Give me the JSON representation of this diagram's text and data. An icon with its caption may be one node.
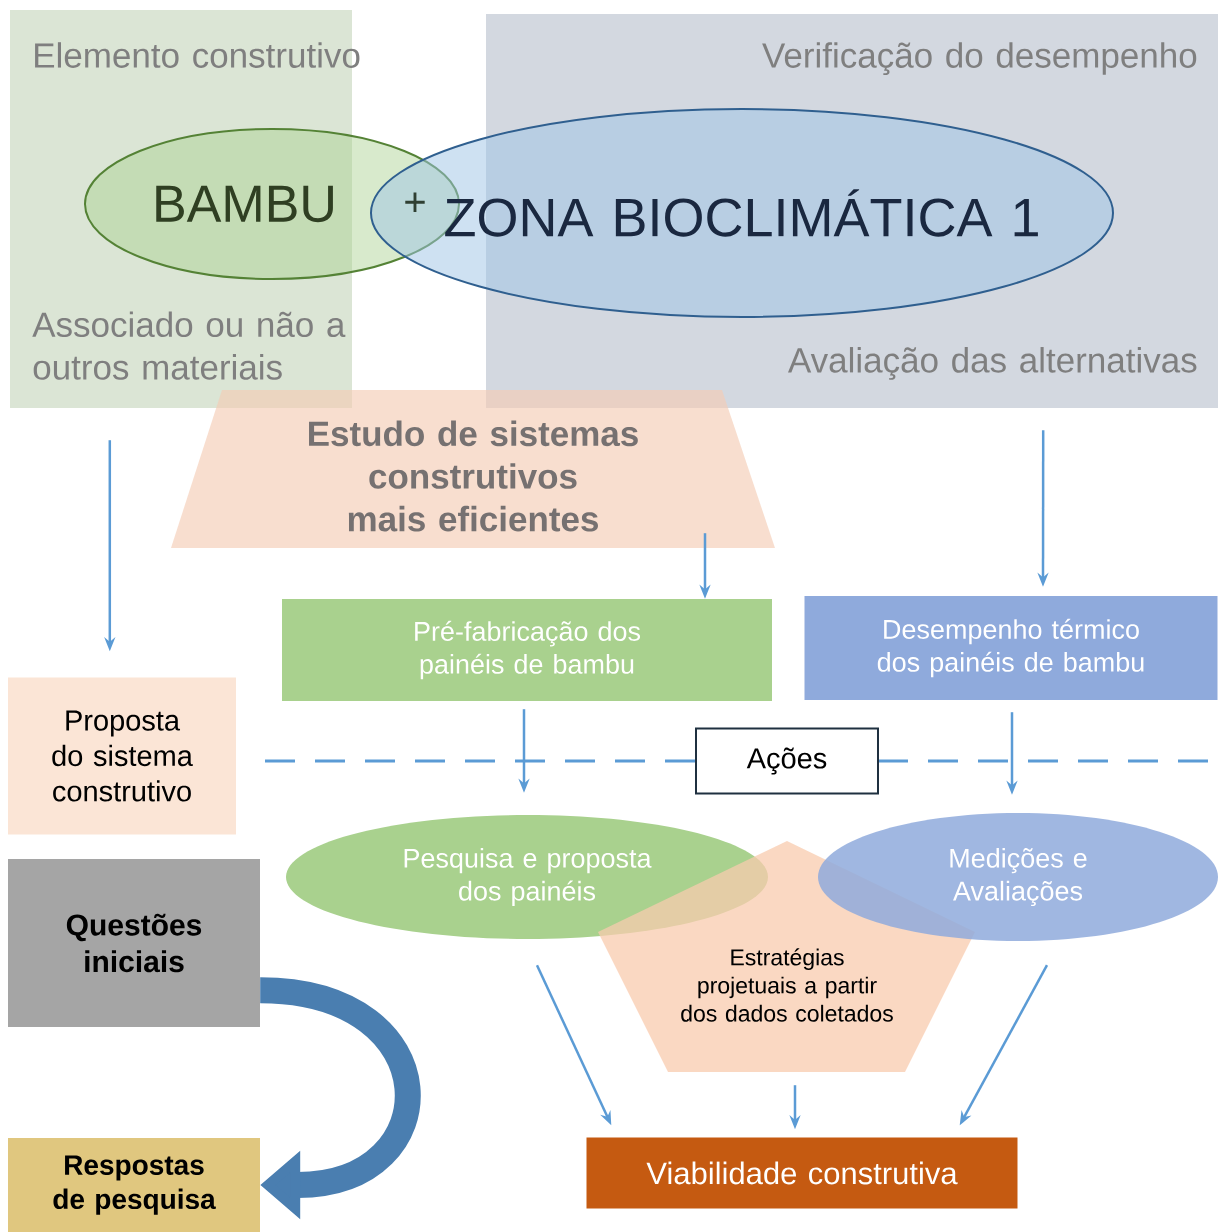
{
  "diagram": {
    "nodes": [
      {
        "text": [
          "Elemento construtivo",
          "Associado ou não a outros materiais"
        ]
      },
      {
        "text": [
          "Verificação do desempenho",
          "Avaliação das alternativas"
        ]
      },
      {
        "text": [
          "BAMBU"
        ]
      },
      {
        "text": [
          "ZONA BIOCLIMÁTICA 1"
        ]
      },
      {
        "text": [
          "Estudo de sistemas construtivos mais eficientes"
        ]
      },
      {
        "text": [
          "Pré-fabricação dos painéis de bambu"
        ]
      },
      {
        "text": [
          "Desempenho térmico dos painéis de bambu"
        ]
      },
      {
        "text": [
          "Proposta do sistema construtivo"
        ]
      },
      {
        "text": [
          "Ações"
        ]
      },
      {
        "text": [
          "Pesquisa e proposta dos painéis"
        ]
      },
      {
        "text": [
          "Estratégias projetuais a partir dos dados coletados"
        ]
      },
      {
        "text": [
          "Medições e Avaliações"
        ]
      },
      {
        "text": [
          "Questões iniciais"
        ]
      },
      {
        "text": [
          "Respostas de pesquisa"
        ]
      },
      {
        "text": [
          "Viabilidade construtiva"
        ]
      }
    ],
    "edges": [
      {
        "from": 0,
        "to": 7,
        "arrow": "to"
      },
      {
        "from": 4,
        "to": 5,
        "arrow": "to"
      },
      {
        "from": 1,
        "to": 6,
        "arrow": "to"
      },
      {
        "from": 5,
        "to": 9,
        "arrow": "to"
      },
      {
        "from": 6,
        "to": 11,
        "arrow": "to"
      },
      {
        "from": 9,
        "to": 14,
        "arrow": "to"
      },
      {
        "from": 10,
        "to": 14,
        "arrow": "to"
      },
      {
        "from": 11,
        "to": 14,
        "arrow": "to"
      },
      {
        "from": 12,
        "to": 13,
        "arrow": "to",
        "style": "thick",
        "color": "#4a7eb0"
      }
    ],
    "labels": [
      "+"
    ]
  }
}
